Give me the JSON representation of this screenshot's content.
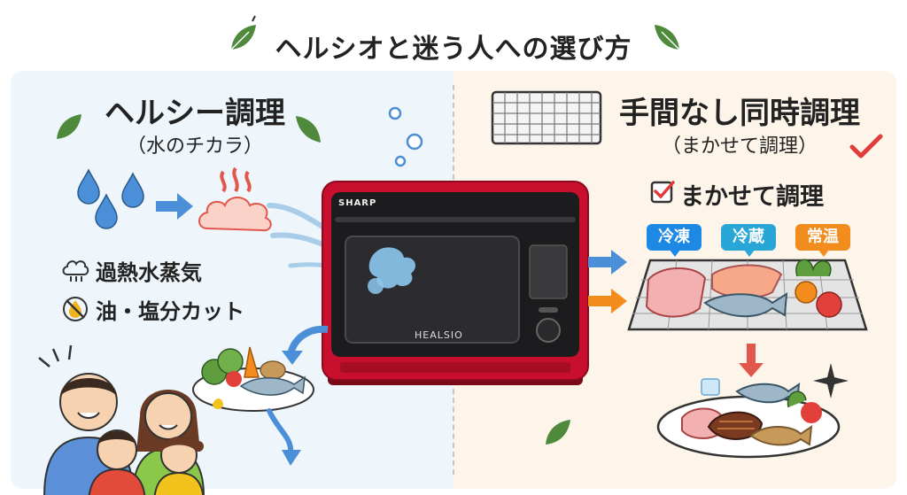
{
  "page_title": "ヘルシオと迷う人への選び方",
  "left_panel": {
    "heading": "ヘルシー調理",
    "subheading": "（水のチカラ）",
    "features": [
      {
        "icon": "steam-cloud-icon",
        "label": "過熱水蒸気"
      },
      {
        "icon": "no-oil-icon",
        "label": "油・塩分カット"
      }
    ]
  },
  "right_panel": {
    "heading": "手間なし同時調理",
    "subheading": "（まかせて調理）",
    "checkbox_label": "まかせて調理",
    "badges": [
      {
        "label": "冷凍",
        "color": "#1e88e5"
      },
      {
        "label": "冷蔵",
        "color": "#29a6d8"
      },
      {
        "label": "常温",
        "color": "#f28c1c"
      }
    ]
  },
  "oven": {
    "brand": "SHARP",
    "model": "HEALSIO",
    "body_color": "#c8102e"
  },
  "colors": {
    "accent_blue": "#4a8fd8",
    "accent_orange": "#f28c1c",
    "check_red": "#e23b3b",
    "leaf_green": "#4f8a3c"
  }
}
